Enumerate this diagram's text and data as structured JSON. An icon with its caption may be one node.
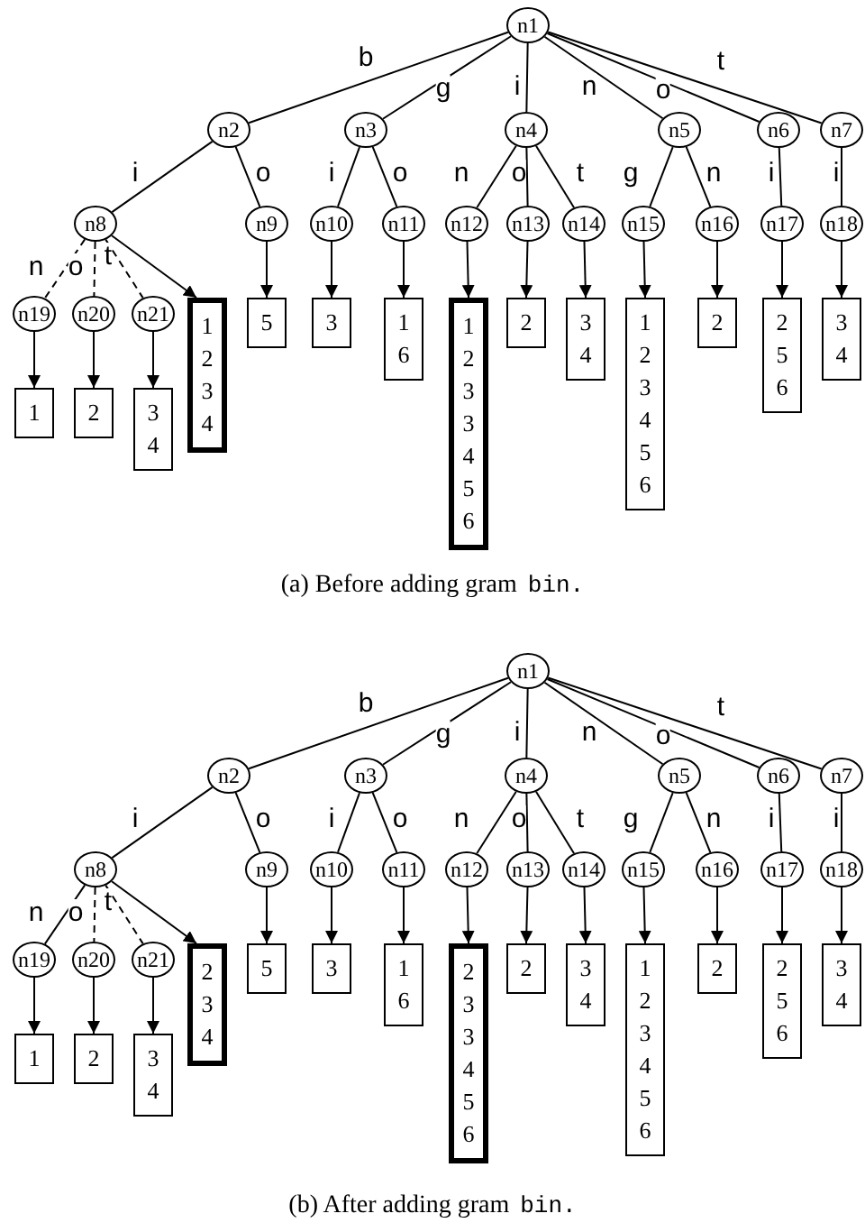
{
  "diagram": {
    "nodes": [
      {
        "text": [
          "n1"
        ]
      },
      {
        "text": [
          "n2"
        ]
      },
      {
        "text": [
          "n3"
        ]
      },
      {
        "text": [
          "n4"
        ]
      },
      {
        "text": [
          "n5"
        ]
      },
      {
        "text": [
          "n6"
        ]
      },
      {
        "text": [
          "n7"
        ]
      },
      {
        "text": [
          "n8"
        ]
      },
      {
        "text": [
          "n9"
        ]
      },
      {
        "text": [
          "n10"
        ]
      },
      {
        "text": [
          "n11"
        ]
      },
      {
        "text": [
          "n12"
        ]
      },
      {
        "text": [
          "n13"
        ]
      },
      {
        "text": [
          "n14"
        ]
      },
      {
        "text": [
          "n15"
        ]
      },
      {
        "text": [
          "n16"
        ]
      },
      {
        "text": [
          "n17"
        ]
      },
      {
        "text": [
          "n18"
        ]
      },
      {
        "text": [
          "n19"
        ]
      },
      {
        "text": [
          "n20"
        ]
      },
      {
        "text": [
          "n21"
        ]
      },
      {
        "text": [
          "1"
        ]
      },
      {
        "text": [
          "2"
        ]
      },
      {
        "text": [
          "3 4"
        ]
      },
      {
        "text": [
          "1 2 3 4"
        ]
      },
      {
        "text": [
          "5"
        ]
      },
      {
        "text": [
          "3"
        ]
      },
      {
        "text": [
          "1 6"
        ]
      },
      {
        "text": [
          "1 2 3 3 4 5 6"
        ]
      },
      {
        "text": [
          "2"
        ]
      },
      {
        "text": [
          "3 4"
        ]
      },
      {
        "text": [
          "1 2 3 4 5 6"
        ]
      },
      {
        "text": [
          "2"
        ]
      },
      {
        "text": [
          "2 5 6"
        ]
      },
      {
        "text": [
          "3 4"
        ]
      },
      {
        "text": [
          "n1"
        ]
      },
      {
        "text": [
          "n2"
        ]
      },
      {
        "text": [
          "n3"
        ]
      },
      {
        "text": [
          "n4"
        ]
      },
      {
        "text": [
          "n5"
        ]
      },
      {
        "text": [
          "n6"
        ]
      },
      {
        "text": [
          "n7"
        ]
      },
      {
        "text": [
          "n8"
        ]
      },
      {
        "text": [
          "n9"
        ]
      },
      {
        "text": [
          "n10"
        ]
      },
      {
        "text": [
          "n11"
        ]
      },
      {
        "text": [
          "n12"
        ]
      },
      {
        "text": [
          "n13"
        ]
      },
      {
        "text": [
          "n14"
        ]
      },
      {
        "text": [
          "n15"
        ]
      },
      {
        "text": [
          "n16"
        ]
      },
      {
        "text": [
          "n17"
        ]
      },
      {
        "text": [
          "n18"
        ]
      },
      {
        "text": [
          "n19"
        ]
      },
      {
        "text": [
          "n20"
        ]
      },
      {
        "text": [
          "n21"
        ]
      },
      {
        "text": [
          "1"
        ]
      },
      {
        "text": [
          "2"
        ]
      },
      {
        "text": [
          "3 4"
        ]
      },
      {
        "text": [
          "2 3 4"
        ]
      },
      {
        "text": [
          "5"
        ]
      },
      {
        "text": [
          "3"
        ]
      },
      {
        "text": [
          "1 6"
        ]
      },
      {
        "text": [
          "2 3 3 4 5 6"
        ]
      },
      {
        "text": [
          "2"
        ]
      },
      {
        "text": [
          "3 4"
        ]
      },
      {
        "text": [
          "1 2 3 4 5 6"
        ]
      },
      {
        "text": [
          "2"
        ]
      },
      {
        "text": [
          "2 5 6"
        ]
      },
      {
        "text": [
          "3 4"
        ]
      }
    ],
    "edges": [
      {
        "from": 0,
        "to": 1,
        "arrow": "none",
        "label": "b"
      },
      {
        "from": 0,
        "to": 2,
        "arrow": "none",
        "label": "g"
      },
      {
        "from": 0,
        "to": 3,
        "arrow": "none",
        "label": "i"
      },
      {
        "from": 0,
        "to": 4,
        "arrow": "none",
        "label": "n"
      },
      {
        "from": 0,
        "to": 5,
        "arrow": "none",
        "label": "o"
      },
      {
        "from": 0,
        "to": 6,
        "arrow": "none",
        "label": "t"
      },
      {
        "from": 1,
        "to": 7,
        "arrow": "none",
        "label": "i"
      },
      {
        "from": 1,
        "to": 8,
        "arrow": "none",
        "label": "o"
      },
      {
        "from": 2,
        "to": 9,
        "arrow": "none",
        "label": "i"
      },
      {
        "from": 2,
        "to": 10,
        "arrow": "none",
        "label": "o"
      },
      {
        "from": 3,
        "to": 11,
        "arrow": "none",
        "label": "n"
      },
      {
        "from": 3,
        "to": 12,
        "arrow": "none",
        "label": "o"
      },
      {
        "from": 3,
        "to": 13,
        "arrow": "none",
        "label": "t"
      },
      {
        "from": 4,
        "to": 14,
        "arrow": "none",
        "label": "g"
      },
      {
        "from": 4,
        "to": 15,
        "arrow": "none",
        "label": "n"
      },
      {
        "from": 5,
        "to": 16,
        "arrow": "none",
        "label": "i"
      },
      {
        "from": 6,
        "to": 17,
        "arrow": "none",
        "label": "i"
      },
      {
        "from": 7,
        "to": 18,
        "arrow": "none",
        "label": "n",
        "style": "dashed"
      },
      {
        "from": 7,
        "to": 19,
        "arrow": "none",
        "label": "o",
        "style": "dashed"
      },
      {
        "from": 7,
        "to": 20,
        "arrow": "none",
        "label": "t",
        "style": "dashed"
      },
      {
        "from": 18,
        "to": 21,
        "arrow": "to"
      },
      {
        "from": 19,
        "to": 22,
        "arrow": "to"
      },
      {
        "from": 20,
        "to": 23,
        "arrow": "to"
      },
      {
        "from": 7,
        "to": 24,
        "arrow": "to"
      },
      {
        "from": 8,
        "to": 25,
        "arrow": "to"
      },
      {
        "from": 9,
        "to": 26,
        "arrow": "to"
      },
      {
        "from": 10,
        "to": 27,
        "arrow": "to"
      },
      {
        "from": 11,
        "to": 28,
        "arrow": "to"
      },
      {
        "from": 12,
        "to": 29,
        "arrow": "to"
      },
      {
        "from": 13,
        "to": 30,
        "arrow": "to"
      },
      {
        "from": 14,
        "to": 31,
        "arrow": "to"
      },
      {
        "from": 15,
        "to": 32,
        "arrow": "to"
      },
      {
        "from": 16,
        "to": 33,
        "arrow": "to"
      },
      {
        "from": 17,
        "to": 34,
        "arrow": "to"
      },
      {
        "from": 35,
        "to": 36,
        "arrow": "none",
        "label": "b"
      },
      {
        "from": 35,
        "to": 37,
        "arrow": "none",
        "label": "g"
      },
      {
        "from": 35,
        "to": 38,
        "arrow": "none",
        "label": "i"
      },
      {
        "from": 35,
        "to": 39,
        "arrow": "none",
        "label": "n"
      },
      {
        "from": 35,
        "to": 40,
        "arrow": "none",
        "label": "o"
      },
      {
        "from": 35,
        "to": 41,
        "arrow": "none",
        "label": "t"
      },
      {
        "from": 36,
        "to": 42,
        "arrow": "none",
        "label": "i"
      },
      {
        "from": 36,
        "to": 43,
        "arrow": "none",
        "label": "o"
      },
      {
        "from": 37,
        "to": 44,
        "arrow": "none",
        "label": "i"
      },
      {
        "from": 37,
        "to": 45,
        "arrow": "none",
        "label": "o"
      },
      {
        "from": 38,
        "to": 46,
        "arrow": "none",
        "label": "n"
      },
      {
        "from": 38,
        "to": 47,
        "arrow": "none",
        "label": "o"
      },
      {
        "from": 38,
        "to": 48,
        "arrow": "none",
        "label": "t"
      },
      {
        "from": 39,
        "to": 49,
        "arrow": "none",
        "label": "g"
      },
      {
        "from": 39,
        "to": 50,
        "arrow": "none",
        "label": "n"
      },
      {
        "from": 40,
        "to": 51,
        "arrow": "none",
        "label": "i"
      },
      {
        "from": 41,
        "to": 52,
        "arrow": "none",
        "label": "i"
      },
      {
        "from": 42,
        "to": 53,
        "arrow": "none",
        "label": "n"
      },
      {
        "from": 42,
        "to": 54,
        "arrow": "none",
        "label": "o",
        "style": "dashed"
      },
      {
        "from": 42,
        "to": 55,
        "arrow": "none",
        "label": "t",
        "style": "dashed"
      },
      {
        "from": 53,
        "to": 56,
        "arrow": "to"
      },
      {
        "from": 54,
        "to": 57,
        "arrow": "to"
      },
      {
        "from": 55,
        "to": 58,
        "arrow": "to"
      },
      {
        "from": 42,
        "to": 59,
        "arrow": "to"
      },
      {
        "from": 43,
        "to": 60,
        "arrow": "to"
      },
      {
        "from": 44,
        "to": 61,
        "arrow": "to"
      },
      {
        "from": 45,
        "to": 62,
        "arrow": "to"
      },
      {
        "from": 46,
        "to": 63,
        "arrow": "to"
      },
      {
        "from": 47,
        "to": 64,
        "arrow": "to"
      },
      {
        "from": 48,
        "to": 65,
        "arrow": "to"
      },
      {
        "from": 49,
        "to": 66,
        "arrow": "to"
      },
      {
        "from": 50,
        "to": 67,
        "arrow": "to"
      },
      {
        "from": 51,
        "to": 68,
        "arrow": "to"
      },
      {
        "from": 52,
        "to": 69,
        "arrow": "to"
      }
    ],
    "labels": [
      "(a) Before adding gram",
      "bin.",
      "(b) After adding gram",
      "bin."
    ]
  }
}
